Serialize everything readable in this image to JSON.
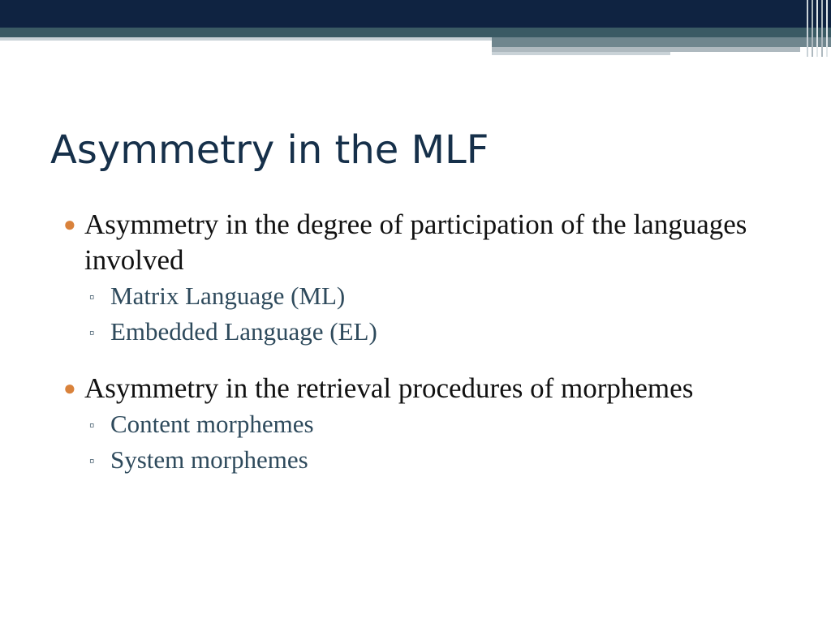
{
  "slide": {
    "title": "Asymmetry in the MLF",
    "bullets": [
      {
        "text": "Asymmetry in the degree of participation of the languages involved",
        "subs": [
          "Matrix Language (ML)",
          "Embedded Language (EL)"
        ]
      },
      {
        "text": "Asymmetry in the retrieval procedures of morphemes",
        "subs": [
          "Content morphemes",
          "System morphemes"
        ]
      }
    ]
  },
  "colors": {
    "navy": "#0f2341",
    "teal": "#3a5a64",
    "title": "#16304a",
    "bullet_accent": "#d9823b",
    "sub_text": "#2e4a5c"
  },
  "icons": {
    "bullet": "round-bullet-icon",
    "sub_bullet": "square-bullet-icon"
  }
}
